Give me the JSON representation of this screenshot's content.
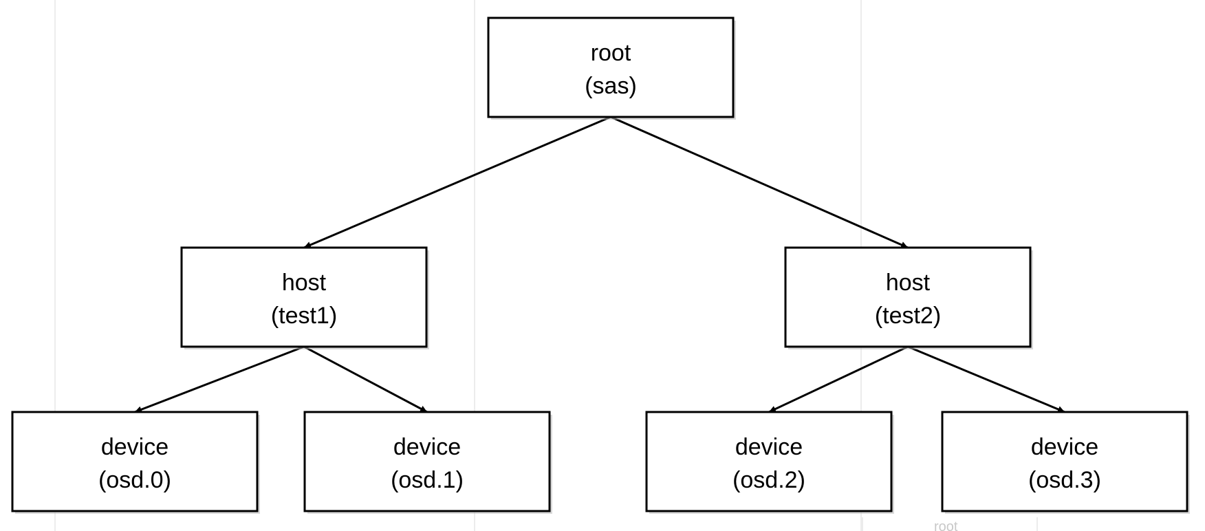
{
  "diagram": {
    "type": "tree",
    "nodes": [
      {
        "id": "root",
        "line1": "root",
        "line2": "(sas)"
      },
      {
        "id": "host-test1",
        "line1": "host",
        "line2": "(test1)"
      },
      {
        "id": "host-test2",
        "line1": "host",
        "line2": "(test2)"
      },
      {
        "id": "device-osd0",
        "line1": "device",
        "line2": "(osd.0)"
      },
      {
        "id": "device-osd1",
        "line1": "device",
        "line2": "(osd.1)"
      },
      {
        "id": "device-osd2",
        "line1": "device",
        "line2": "(osd.2)"
      },
      {
        "id": "device-osd3",
        "line1": "device",
        "line2": "(osd.3)"
      }
    ],
    "edges": [
      {
        "from": "root",
        "to": "host-test1"
      },
      {
        "from": "root",
        "to": "host-test2"
      },
      {
        "from": "host-test1",
        "to": "device-osd0"
      },
      {
        "from": "host-test1",
        "to": "device-osd1"
      },
      {
        "from": "host-test2",
        "to": "device-osd2"
      },
      {
        "from": "host-test2",
        "to": "device-osd3"
      }
    ]
  },
  "background": {
    "faint_text": "root"
  }
}
